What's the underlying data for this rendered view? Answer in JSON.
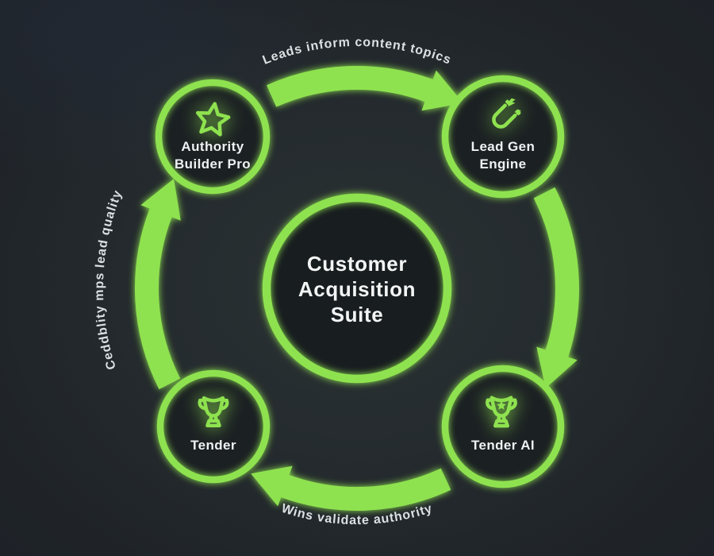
{
  "diagram": {
    "title": {
      "line1": "Customer",
      "line2": "Acquisition",
      "line3": "Suite"
    },
    "nodes": [
      {
        "id": "authority-builder-pro",
        "icon": "star-icon",
        "line1": "Authority",
        "line2": "Builder Pro"
      },
      {
        "id": "lead-gen-engine",
        "icon": "magnet-icon",
        "line1": "Lead Gen",
        "line2": "Engine"
      },
      {
        "id": "tender-ai",
        "icon": "trophy-star-icon",
        "line1": "Tender AI",
        "line2": ""
      },
      {
        "id": "tender",
        "icon": "trophy-icon",
        "line1": "Tender",
        "line2": ""
      }
    ],
    "flows": [
      {
        "from": "authority-builder-pro",
        "to": "lead-gen-engine",
        "label": "Leads inform content topics"
      },
      {
        "from": "lead-gen-engine",
        "to": "tender-ai",
        "label": ""
      },
      {
        "from": "tender-ai",
        "to": "tender",
        "label": "Wins validate authority"
      },
      {
        "from": "tender",
        "to": "authority-builder-pro",
        "label": "Ceddblity mps lead quality"
      }
    ]
  },
  "colors": {
    "accent": "#8ee24f",
    "background": "#23282d",
    "node_fill": "#1b2023",
    "center_fill": "#181d20",
    "title_text": "#f3f5f5",
    "label_text": "#eef1f2",
    "curved_text": "#dbe0e2"
  }
}
